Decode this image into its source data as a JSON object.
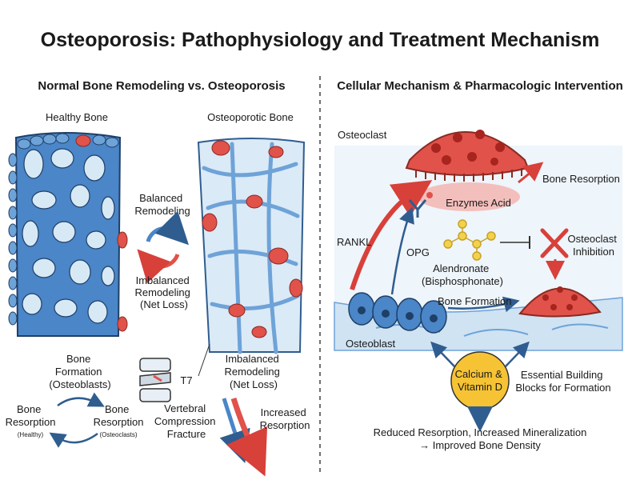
{
  "title": "Osteoporosis: Pathophysiology and Treatment Mechanism",
  "left": {
    "subtitle": "Normal Bone Remodeling vs. Osteoporosis",
    "healthy_label": "Healthy Bone",
    "osteoporotic_label": "Osteoporotic Bone",
    "balanced_lines": [
      "Balanced",
      "Remodeling"
    ],
    "imbalanced_mid_lines": [
      "Imbalanced",
      "Remodeling",
      "(Net Loss)"
    ],
    "bone_formation_lines": [
      "Bone",
      "Formation",
      "(Osteoblasts)"
    ],
    "resorption_healthy_lines": [
      "Bone",
      "Resorption"
    ],
    "resorption_healthy_note": "(Healthy)",
    "resorption_osteoclasts_lines": [
      "Bone",
      "Resorption"
    ],
    "resorption_osteoclasts_note": "(Osteoclasts)",
    "vertebra_label": "T7",
    "fracture_lines": [
      "Vertebral",
      "Compression",
      "Fracture"
    ],
    "imbalanced_low_lines": [
      "Imbalanced",
      "Remodeling",
      "(Net Loss)"
    ],
    "increased_lines": [
      "Increased",
      "Resorption"
    ]
  },
  "right": {
    "subtitle": "Cellular Mechanism & Pharmacologic Intervention",
    "osteoclast_label": "Osteoclast",
    "bone_resorption_label": "Bone Resorption",
    "enzymes_label": "Enzymes Acid",
    "rankl_label": "RANKL",
    "opg_label": "OPG",
    "inhibition_lines": [
      "Osteoclast",
      "Inhibition"
    ],
    "drug_lines": [
      "Alendronate",
      "(Bisphosphonate)"
    ],
    "bone_formation_label": "Bone Formation",
    "osteoblast_label": "Osteoblast",
    "calcium_lines": [
      "Calcium &",
      "Vitamin D"
    ],
    "essential_lines": [
      "Essential Building",
      "Blocks for Formation"
    ],
    "outcome_line1": "Reduced Resorption, Increased Mineralization",
    "outcome_line2": "→ Improved Bone Density"
  },
  "colors": {
    "bone_blue": "#4a86c8",
    "osteoclast_red": "#e0524a",
    "pale_blue": "#d4e6f4",
    "calcium_yellow": "#f6c334",
    "drug_yellow": "#e8bf33"
  }
}
